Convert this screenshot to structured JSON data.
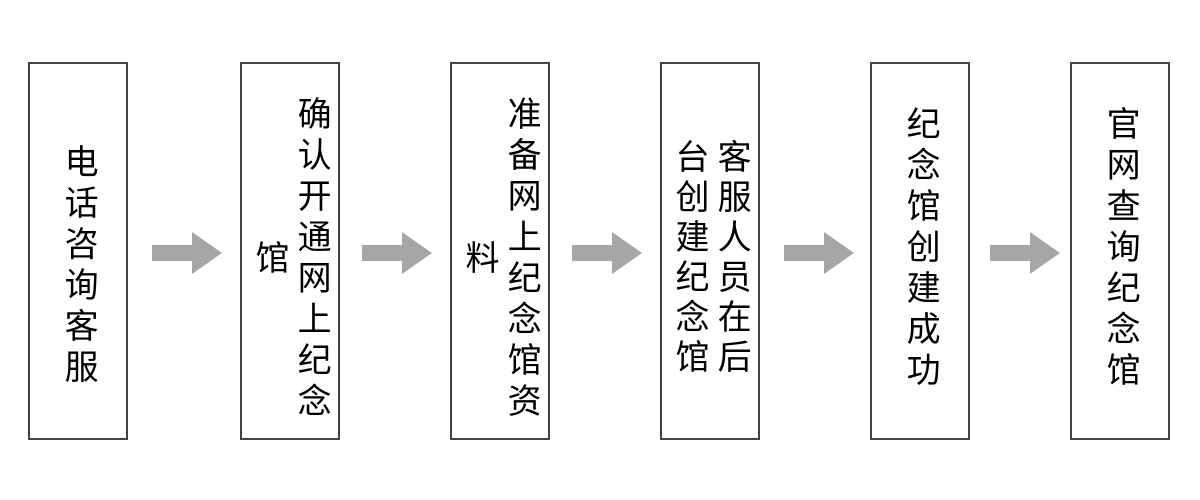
{
  "diagram": {
    "type": "horizontal-process-flow",
    "orientation": "left-to-right",
    "text_direction": "vertical-rl",
    "background_color": "#ffffff",
    "box_border_color": "#434343",
    "box_fill_color": "#ffffff",
    "text_color": "#000000",
    "arrow_color": "#a6a6a6",
    "step_count": 6,
    "arrow_count": 5,
    "steps": [
      {
        "id": "step-1",
        "index": 1,
        "label": "电话咨询客服",
        "columns": 1
      },
      {
        "id": "step-2",
        "index": 2,
        "label": "确认开通网上纪念馆",
        "columns": 1
      },
      {
        "id": "step-3",
        "index": 3,
        "label": "准备网上纪念馆资料",
        "columns": 1
      },
      {
        "id": "step-4",
        "index": 4,
        "label": "客服人员在后台创建纪念馆",
        "columns": 2,
        "column_1": "客服人员在后台",
        "column_2": "创建纪念馆"
      },
      {
        "id": "step-5",
        "index": 5,
        "label": "纪念馆创建成功",
        "columns": 1
      },
      {
        "id": "step-6",
        "index": 6,
        "label": "官网查询纪念馆",
        "columns": 1
      }
    ],
    "connectors": [
      {
        "id": "arrow-1",
        "from": "step-1",
        "to": "step-2",
        "glyph": "block-arrow-right"
      },
      {
        "id": "arrow-2",
        "from": "step-2",
        "to": "step-3",
        "glyph": "block-arrow-right"
      },
      {
        "id": "arrow-3",
        "from": "step-3",
        "to": "step-4",
        "glyph": "block-arrow-right"
      },
      {
        "id": "arrow-4",
        "from": "step-4",
        "to": "step-5",
        "glyph": "block-arrow-right"
      },
      {
        "id": "arrow-5",
        "from": "step-5",
        "to": "step-6",
        "glyph": "block-arrow-right"
      }
    ]
  }
}
